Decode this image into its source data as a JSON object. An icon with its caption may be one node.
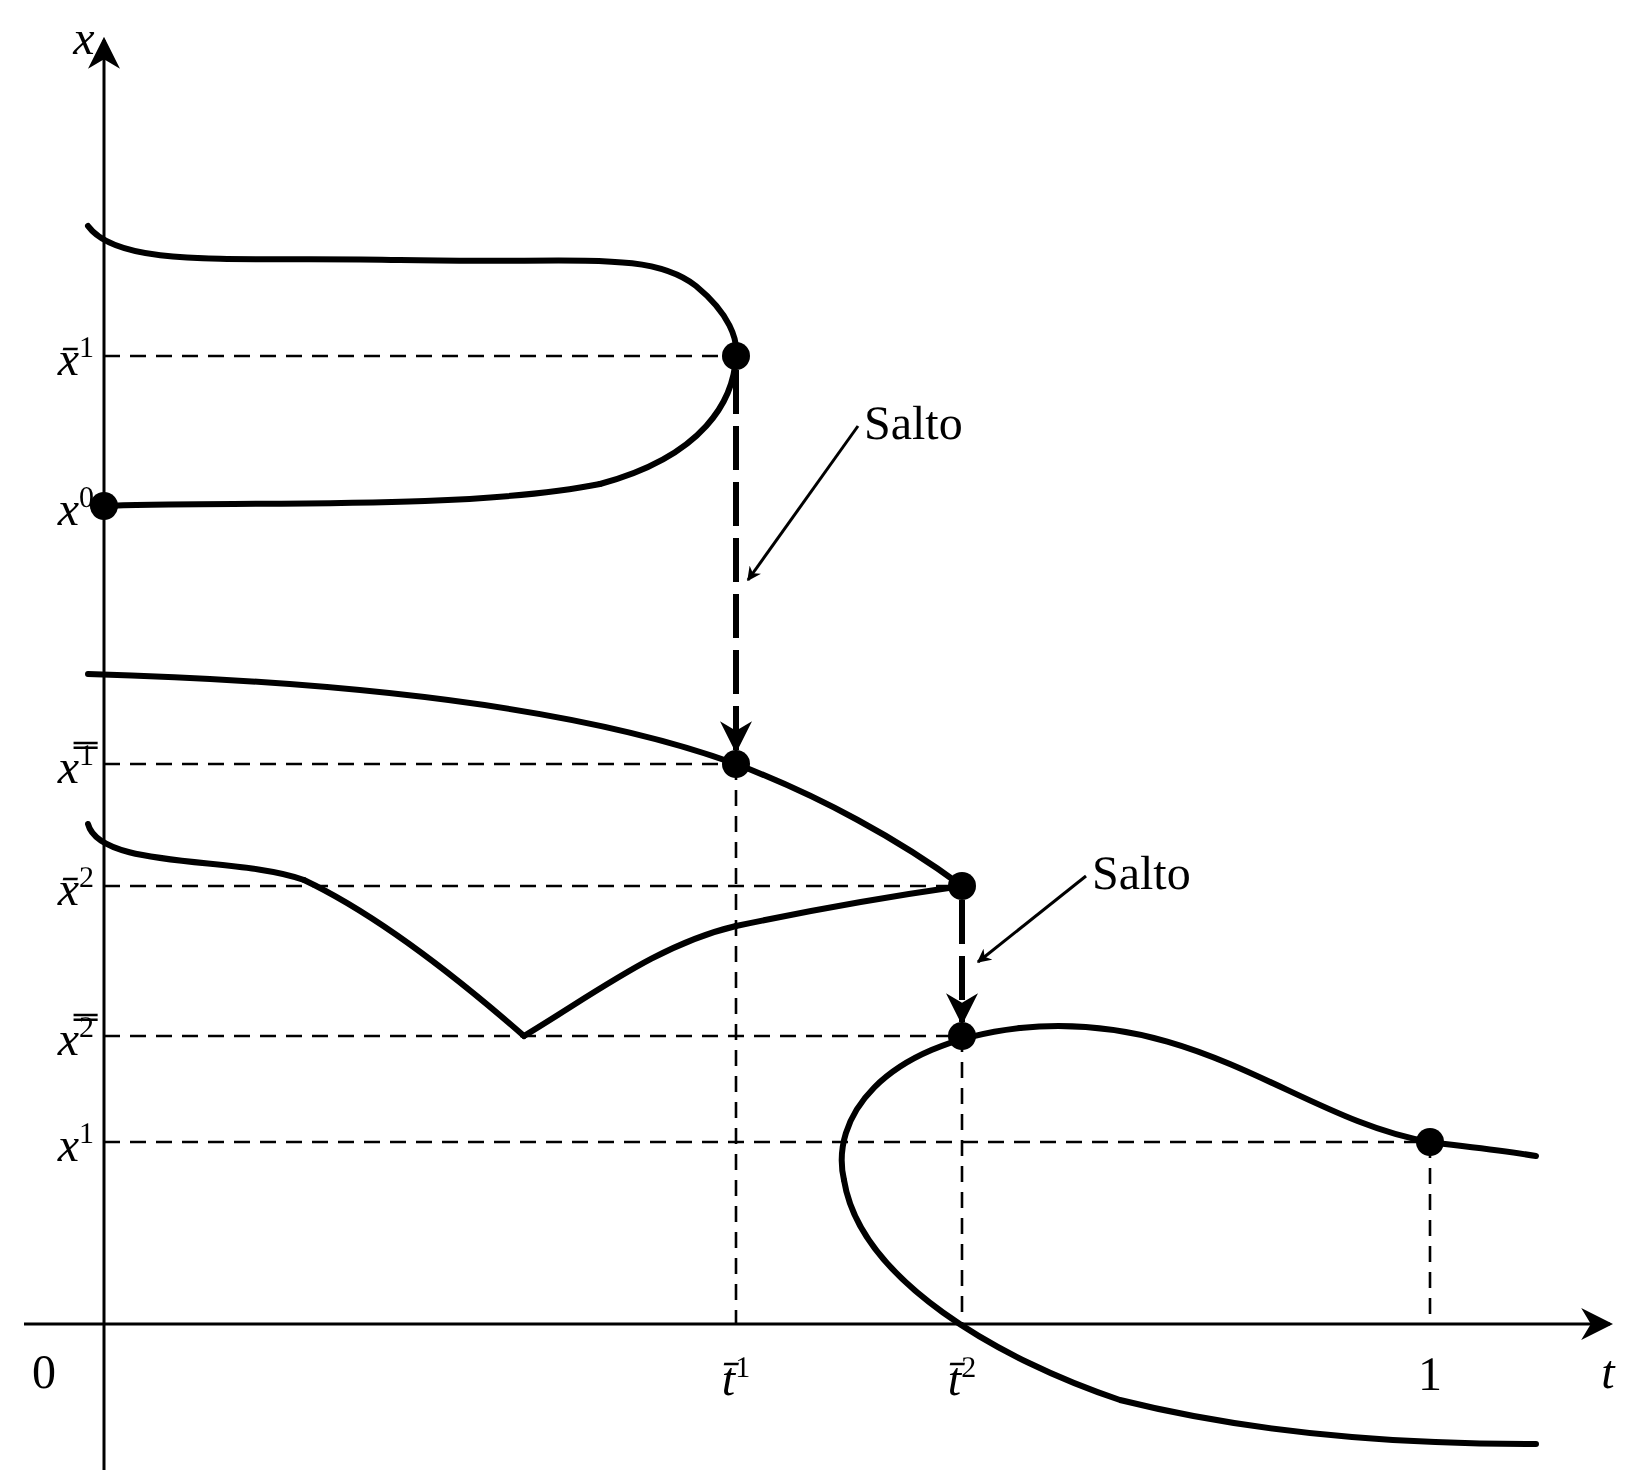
{
  "diagram": {
    "nodes": [
      {
        "text": [],
        "shape": "circle"
      },
      {
        "text": [
          "Salto"
        ]
      },
      {
        "text": [],
        "shape": "circle"
      },
      {
        "text": [],
        "shape": "circle"
      },
      {
        "text": [
          "Salto"
        ]
      },
      {
        "text": [],
        "shape": "circle"
      },
      {
        "text": [],
        "shape": "circle"
      },
      {
        "text": [],
        "shape": "circle"
      }
    ],
    "edges": [
      {
        "from": 0,
        "to": 3,
        "arrow": "to",
        "style": "dashed"
      },
      {
        "from": 5,
        "to": 6,
        "arrow": "to",
        "style": "dashed"
      },
      {
        "from": 1,
        "to": null,
        "arrow": "to"
      },
      {
        "from": 4,
        "to": null,
        "arrow": "to"
      }
    ],
    "labels": [
      "x",
      "x̄$^{1}$",
      "x$^{0}$",
      "x̿$^{1}$",
      "x̄$^{2}$",
      "x̿$^{2}$",
      "x$^{1}$",
      "0",
      "t̄$^{1}$",
      "t̄$^{2}$",
      "1",
      "t"
    ]
  }
}
